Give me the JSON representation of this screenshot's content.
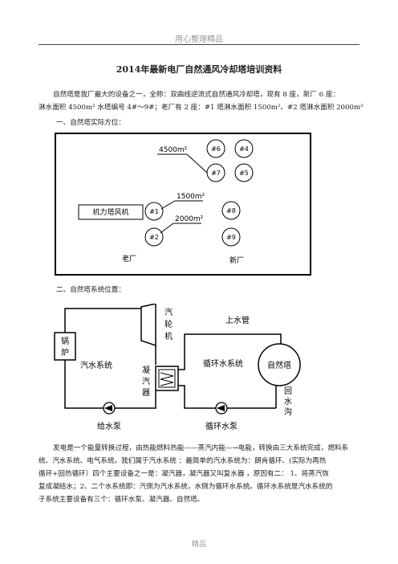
{
  "header": {
    "text": "用心整理精品"
  },
  "title": "2014年最新电厂自然通风冷却塔培训资料",
  "intro": {
    "line1": "自然塔是我厂最大的设备之一，全称：双曲线逆流式自然通风冷却塔，现有 8 座，新厂 6 座：",
    "line2": "淋水面积 4500m² 水塔编号 4#～9#；老厂有 2 座：#1 塔淋水面积 1500m²、#2 塔淋水面积 2000m²"
  },
  "section1": {
    "heading": "一、自然塔实际方位：",
    "area_new": "4500m²",
    "area_1": "1500m²",
    "area_2": "2000m²",
    "towers": [
      "#6",
      "#4",
      "#7",
      "#5",
      "#1",
      "#8",
      "#2",
      "#9"
    ],
    "mech_label": "机力塔风机",
    "old_plant": "老厂",
    "new_plant": "新厂"
  },
  "section2": {
    "heading": "二、自然塔系统位置：",
    "boiler": [
      "锅",
      "炉"
    ],
    "turbine": [
      "汽",
      "轮",
      "机"
    ],
    "condenser": [
      "凝",
      "汽",
      "器"
    ],
    "steam_water": "汽水系统",
    "circ_water": "循环水系统",
    "upper_pipe": "上水管",
    "tower": "自然塔",
    "return_ditch": [
      "回",
      "水",
      "沟"
    ],
    "feed_pump": "给水泵",
    "circ_pump": "循环水泵"
  },
  "body": {
    "line1": "发电是一个能量转换过程，由热能燃料热能——蒸汽内能—→电能，转换由三大系统完成，燃料系",
    "line2": "统、汽水系统、电气系统。我们属于汽水系统 ：最简单的汽水系统为：朗肯循环、(实际为再热",
    "line3": "循环+回热循环）四个主要设备之一是：凝汽器，凝汽器又叫复水器 ，原因有二：  1、将蒸汽恢",
    "line4": "复成凝结水；2、二个水系统即：汽侧为汽水系统，水侧为循环水系统。循环水系统是汽水系统的",
    "line5": "子系统主要设备有三个：循环水泵、凝汽器、自然塔。"
  },
  "footer": {
    "text": "精品"
  }
}
